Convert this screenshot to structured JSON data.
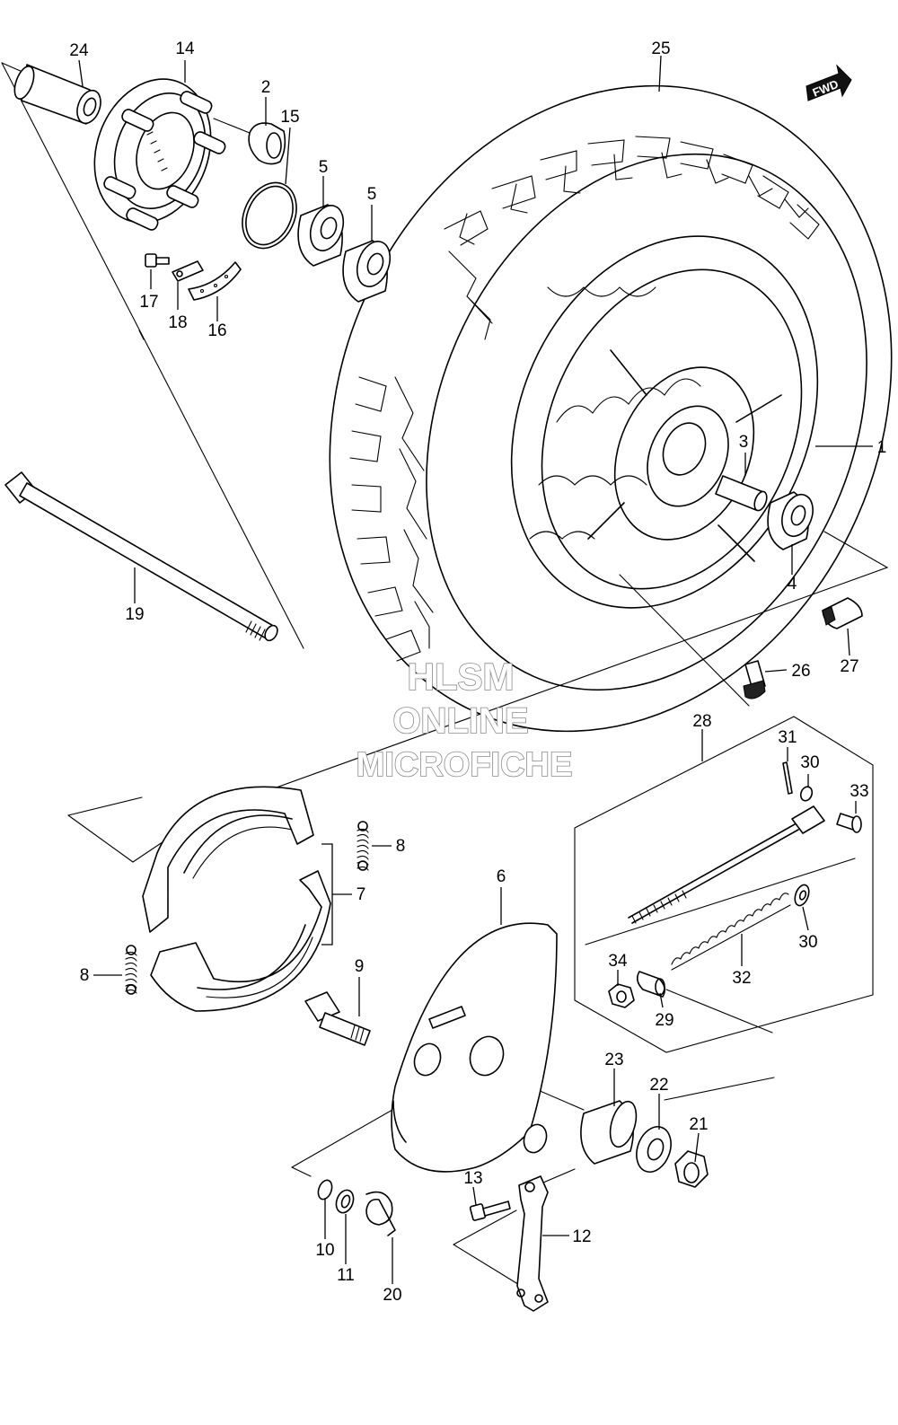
{
  "watermark": {
    "line1": "HLSM",
    "line2": "ONLINE",
    "line3": "MICROFICHE"
  },
  "direction_badge": "FWD",
  "callouts": {
    "c1": "1",
    "c2": "2",
    "c3": "3",
    "c4": "4",
    "c5a": "5",
    "c5b": "5",
    "c6": "6",
    "c7": "7",
    "c8a": "8",
    "c8b": "8",
    "c9": "9",
    "c10": "10",
    "c11": "11",
    "c12": "12",
    "c13": "13",
    "c14": "14",
    "c15": "15",
    "c16": "16",
    "c17": "17",
    "c18": "18",
    "c19": "19",
    "c20": "20",
    "c21": "21",
    "c22": "22",
    "c23": "23",
    "c24": "24",
    "c25": "25",
    "c26": "26",
    "c27": "27",
    "c28": "28",
    "c29": "29",
    "c30a": "30",
    "c30b": "30",
    "c31": "31",
    "c32": "32",
    "c33": "33",
    "c34": "34"
  }
}
